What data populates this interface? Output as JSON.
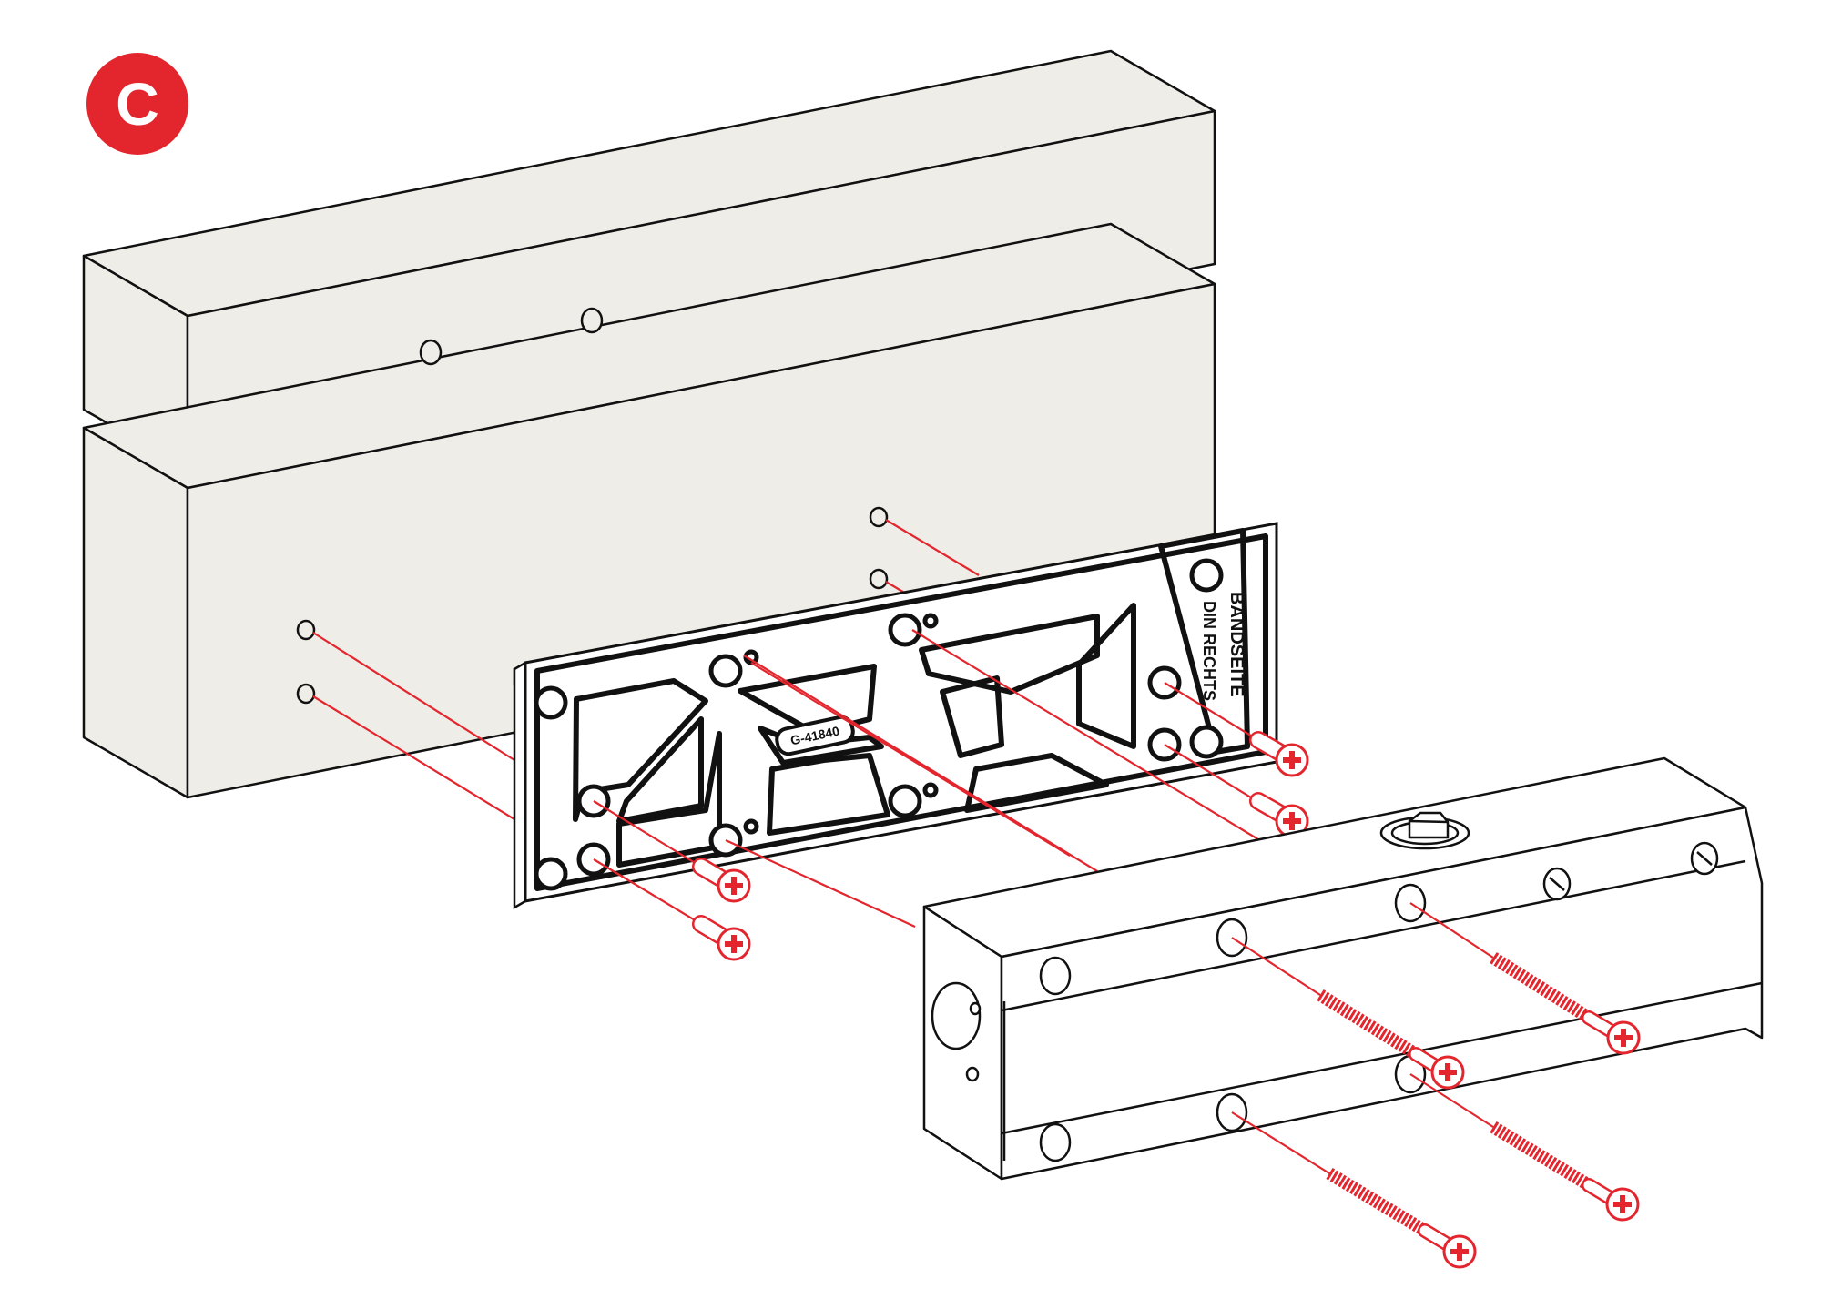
{
  "step_label": "C",
  "plate": {
    "line1": "BANDSEITE",
    "line2": "DIN RECHTS",
    "part_no": "G-41840"
  },
  "colors": {
    "accent": "#e3262e",
    "wood_fill": "#efede7",
    "outline": "#111111",
    "plate_fill": "#ffffff",
    "closer_fill": "#ffffff"
  },
  "icons": [
    "mounting-hole-icon",
    "screw-icon",
    "phillips-head-icon",
    "adjustment-valve-icon"
  ]
}
